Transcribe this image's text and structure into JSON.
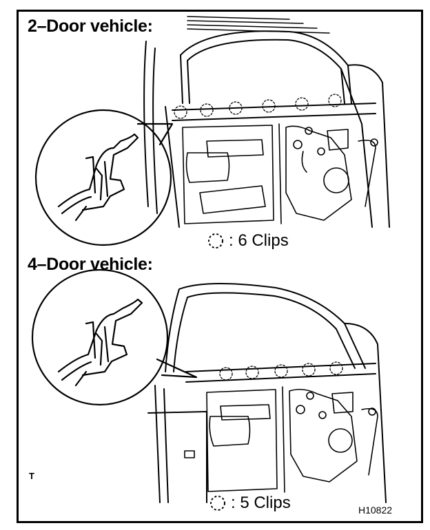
{
  "sections": [
    {
      "title": "2–Door vehicle:",
      "clips_label": ": 6 Clips",
      "clip_count": 6
    },
    {
      "title": "4–Door vehicle:",
      "clips_label": ": 5 Clips",
      "clip_count": 5
    }
  ],
  "corner_mark": "T",
  "figure_code": "H10822"
}
